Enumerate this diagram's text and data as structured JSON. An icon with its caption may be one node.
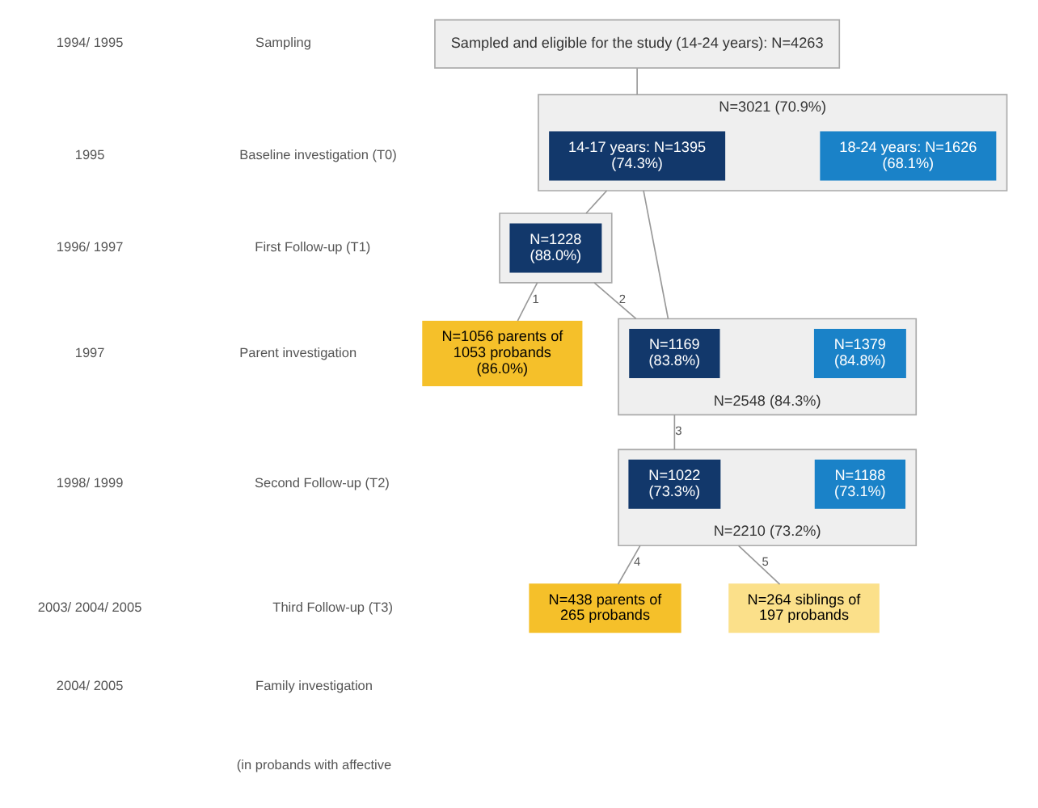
{
  "diagram": {
    "nodes": [
      {
        "text": [
          "Sampled and eligible for the study (14-24 years): N=4263"
        ]
      },
      {
        "text": [
          "N=3021 (70.9%)"
        ]
      },
      {
        "text": [
          "14-17 years: N=1395 (74.3%)"
        ],
        "in": 1
      },
      {
        "text": [
          "18-24 years: N=1626 (68.1%)"
        ],
        "in": 1
      },
      {
        "text": [],
        "shape": "box"
      },
      {
        "text": [
          "N=1228 (88.0%)"
        ],
        "in": 4
      },
      {
        "text": [
          "N=1056 parents of 1053 probands (86.0%)"
        ]
      },
      {
        "text": [
          "N=2548 (84.3%)"
        ]
      },
      {
        "text": [
          "N=1169 (83.8%)"
        ],
        "in": 7
      },
      {
        "text": [
          "N=1379 (84.8%)"
        ],
        "in": 7
      },
      {
        "text": [
          "N=2210 (73.2%)"
        ]
      },
      {
        "text": [
          "N=1022 (73.3%)"
        ],
        "in": 10
      },
      {
        "text": [
          "N=1188 (73.1%)"
        ],
        "in": 10
      },
      {
        "text": [
          "N=438 parents of 265 probands"
        ]
      },
      {
        "text": [
          "N=264 siblings of 197 probands"
        ]
      }
    ],
    "edges": [
      {
        "from": 0,
        "to": 1,
        "arrow": "none"
      },
      {
        "from": 1,
        "to": 4,
        "arrow": "none"
      },
      {
        "from": 4,
        "to": 6,
        "arrow": "none",
        "label": "1"
      },
      {
        "from": 4,
        "to": 7,
        "arrow": "none",
        "label": "2"
      },
      {
        "from": 1,
        "to": 7,
        "arrow": "none"
      },
      {
        "from": 7,
        "to": 10,
        "arrow": "none",
        "label": "3"
      },
      {
        "from": 10,
        "to": 13,
        "arrow": "none",
        "label": "4"
      },
      {
        "from": 10,
        "to": 14,
        "arrow": "none",
        "label": "5"
      }
    ],
    "labels": [
      "1994/ 1995",
      "Sampling",
      "1995",
      "Baseline investigation (T0)",
      "1996/ 1997",
      "First Follow-up (T1)",
      "1997",
      "Parent investigation",
      "1998/ 1999",
      "Second Follow-up (T2)",
      "2003/ 2004/ 2005",
      "Third Follow-up (T3)",
      "2004/ 2005",
      "Family investigation",
      "(in probands with affective"
    ]
  }
}
